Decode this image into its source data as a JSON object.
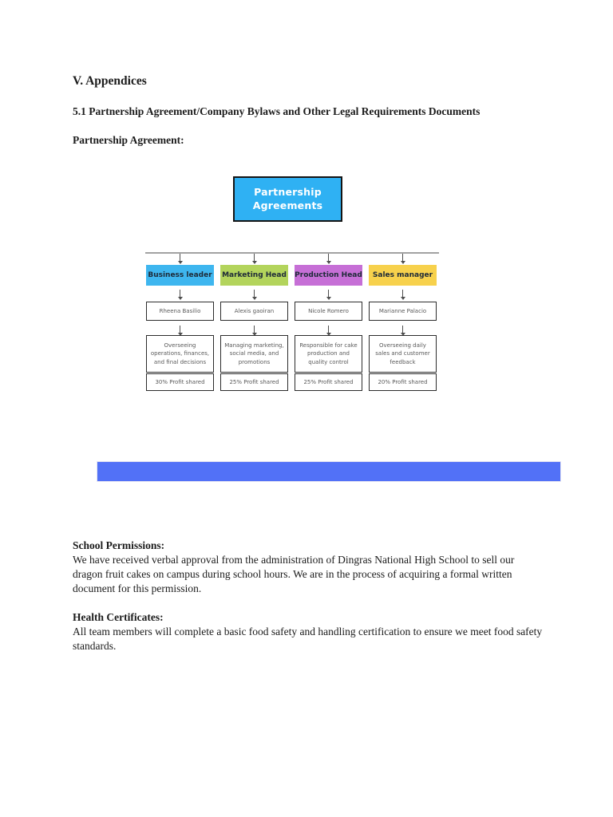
{
  "page": {
    "heading": "V. Appendices",
    "subheading": "5.1 Partnership Agreement/Company Bylaws and Other Legal Requirements Documents",
    "doc_label": "Partnership Agreement:"
  },
  "diagram": {
    "root_label": "Partnership Agreements",
    "root_color": "#2fb1f3",
    "columns": [
      {
        "role": "Business leader",
        "color": "#3eb6ef",
        "name": "Rheena Basilio",
        "responsibility": "Overseeing operations, finances, and final decisions",
        "profit": "30%  Profit shared"
      },
      {
        "role": "Marketing Head",
        "color": "#b3d45c",
        "name": "Alexis gaoiran",
        "responsibility": "Managing marketing, social media, and promotions",
        "profit": "25%  Profit shared"
      },
      {
        "role": "Production Head",
        "color": "#c66fd6",
        "name": "Nicole Romero",
        "responsibility": "Responsible for cake production and quality control",
        "profit": "25%  Profit shared"
      },
      {
        "role": "Sales manager",
        "color": "#f7d14c",
        "name": "Marianne Palacio",
        "responsibility": "Overseeing daily sales and customer feedback",
        "profit": "20%  Profit shared"
      }
    ]
  },
  "decor": {
    "bar_color": "#5271f7"
  },
  "sections": [
    {
      "title": "School Permissions:",
      "body": "We have received verbal approval from the administration of Dingras National High School to sell our dragon fruit cakes on campus during school hours. We are in the process of acquiring a formal written document for this permission."
    },
    {
      "title": "Health Certificates:",
      "body": "All team members will complete a basic food safety and handling certification to ensure we meet food safety standards."
    }
  ]
}
